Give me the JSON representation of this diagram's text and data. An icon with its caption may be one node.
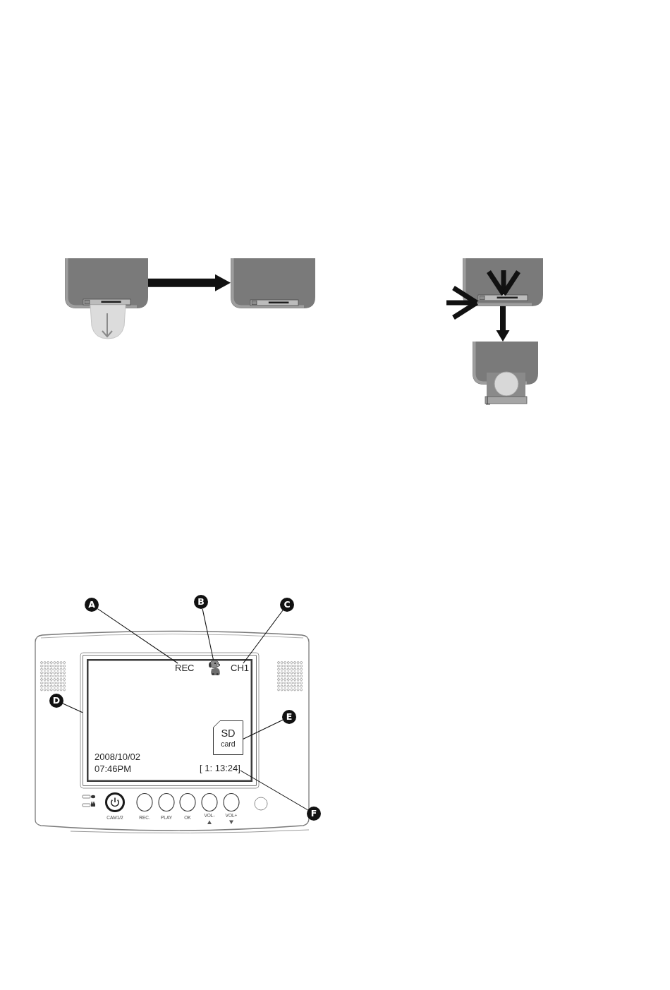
{
  "diagram": {
    "nodes": [
      {
        "text": [],
        "shape": "picture"
      },
      {
        "text": [],
        "shape": "picture"
      },
      {
        "text": [],
        "shape": "picture"
      },
      {
        "text": [],
        "shape": "picture"
      },
      {
        "text": [
          "A"
        ]
      },
      {
        "text": [
          "B"
        ]
      },
      {
        "text": [
          "C"
        ]
      },
      {
        "text": [],
        "shape": "box"
      },
      {
        "text": [
          "REC"
        ],
        "in": 7
      },
      {
        "text": [],
        "shape": "picture",
        "in": 7
      },
      {
        "text": [
          "CH1"
        ],
        "in": 7
      },
      {
        "text": [
          "D"
        ]
      },
      {
        "text": [
          "E"
        ]
      },
      {
        "text": [
          "SD",
          "card"
        ],
        "in": 7
      },
      {
        "text": [
          "F"
        ]
      },
      {
        "text": [
          "[ 1: 13:24]"
        ],
        "in": 7
      }
    ],
    "edges": [
      {
        "from": 0,
        "to": 1,
        "arrow": "to",
        "style": "thick"
      },
      {
        "from": 2,
        "to": 3,
        "arrow": "to",
        "style": "thick"
      },
      {
        "from": 4,
        "to": 8,
        "arrow": "none"
      },
      {
        "from": 5,
        "to": 9,
        "arrow": "none"
      },
      {
        "from": 6,
        "to": 10,
        "arrow": "none"
      },
      {
        "from": 11,
        "to": 7,
        "arrow": "none"
      },
      {
        "from": 12,
        "to": 13,
        "arrow": "none"
      },
      {
        "from": 14,
        "to": 15,
        "arrow": "none"
      }
    ],
    "labels": [
      "2008/10/02",
      "07:46PM",
      "CAM1/2",
      "REC.",
      "PLAY",
      "OK",
      "VOL-",
      "VOL+"
    ]
  }
}
